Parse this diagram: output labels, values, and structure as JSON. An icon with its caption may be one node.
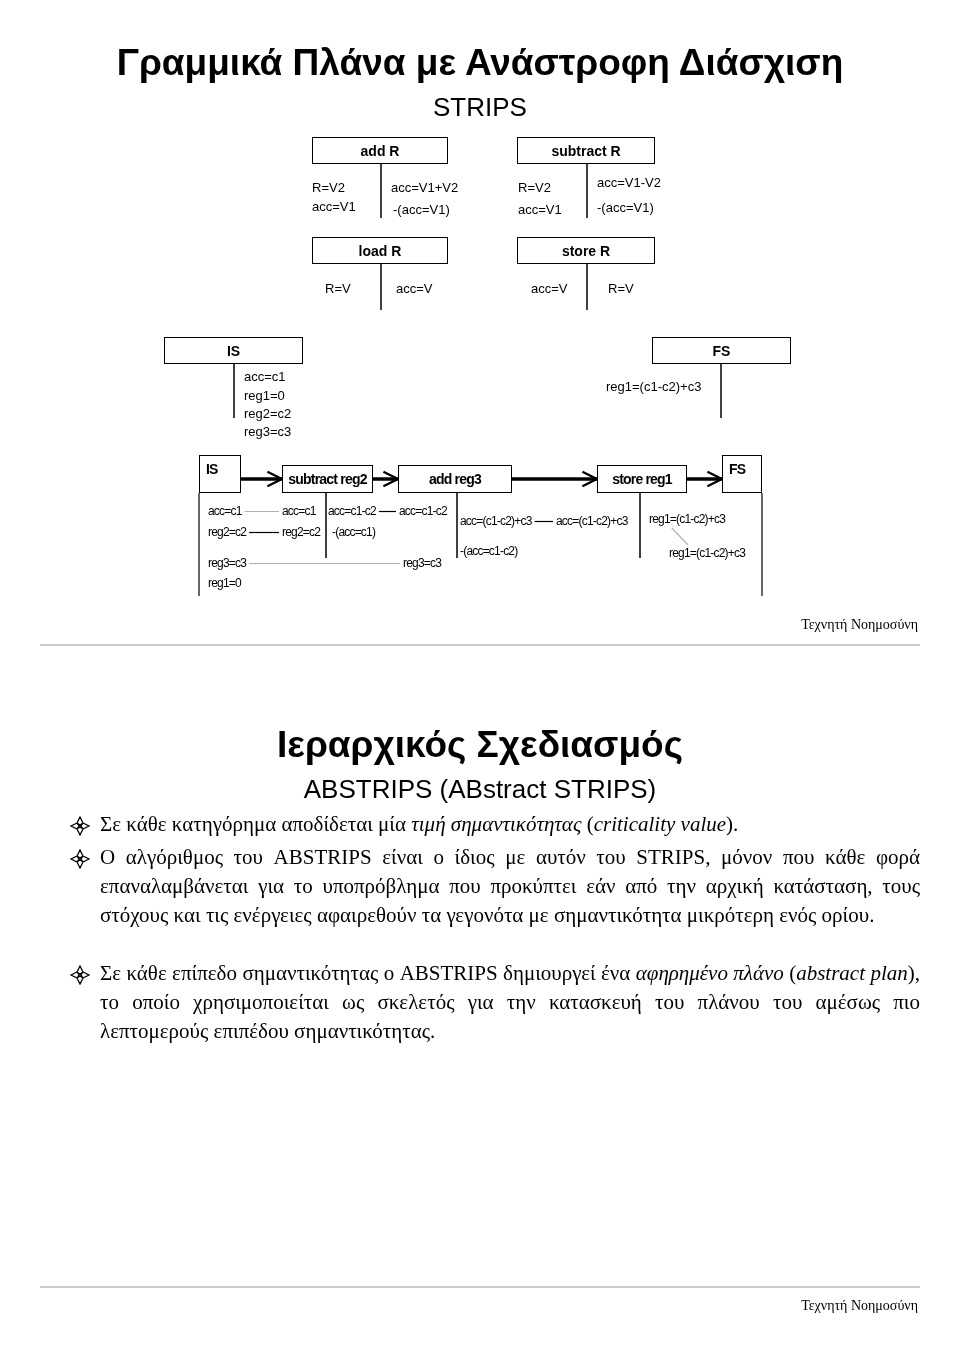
{
  "diagram": {
    "title": "Γραμμικά Πλάνα με Ανάστροφη Διάσχιση",
    "nodes": [
      {
        "text": [
          "add R"
        ],
        "beside": [
          "R=V2",
          "acc=V1",
          "acc=V1+V2",
          "-(acc=V1)"
        ]
      },
      {
        "text": [
          "subtract R"
        ],
        "beside": [
          "R=V2",
          "acc=V1",
          "acc=V1-V2",
          "-(acc=V1)"
        ]
      },
      {
        "text": [
          "load R"
        ],
        "beside": [
          "R=V",
          "acc=V"
        ]
      },
      {
        "text": [
          "store R"
        ],
        "beside": [
          "acc=V",
          "R=V"
        ]
      },
      {
        "text": [
          "IS"
        ],
        "beside": [
          "acc=c1",
          "reg1=0",
          "reg2=c2",
          "reg3=c3"
        ]
      },
      {
        "text": [
          "FS"
        ],
        "beside": [
          "reg1=(c1-c2)+c3"
        ]
      },
      {
        "text": [
          "IS"
        ]
      },
      {
        "text": [
          "subtract reg2"
        ]
      },
      {
        "text": [
          "add reg3"
        ]
      },
      {
        "text": [
          "store reg1"
        ]
      },
      {
        "text": [
          "FS"
        ]
      },
      {
        "text": [
          "acc=c1"
        ]
      },
      {
        "text": [
          "reg2=c2"
        ]
      },
      {
        "text": [
          "reg3=c3"
        ]
      },
      {
        "text": [
          "reg1=0"
        ]
      },
      {
        "text": [
          "acc=c1"
        ]
      },
      {
        "text": [
          "reg2=c2"
        ]
      },
      {
        "text": [
          "acc=c1-c2"
        ]
      },
      {
        "text": [
          "-(acc=c1)"
        ]
      },
      {
        "text": [
          "acc=c1-c2"
        ]
      },
      {
        "text": [
          "reg3=c3"
        ]
      },
      {
        "text": [
          "acc=(c1-c2)+c3"
        ]
      },
      {
        "text": [
          "-(acc=c1-c2)"
        ]
      },
      {
        "text": [
          "acc=(c1-c2)+c3"
        ]
      },
      {
        "text": [
          "reg1=(c1-c2)+c3"
        ]
      },
      {
        "text": [
          "reg1=(c1-c2)+c3"
        ]
      }
    ],
    "edges": [
      {
        "from": 6,
        "to": 7,
        "arrow": "to",
        "style": "thick"
      },
      {
        "from": 7,
        "to": 8,
        "arrow": "to",
        "style": "thick"
      },
      {
        "from": 8,
        "to": 9,
        "arrow": "to",
        "style": "thick"
      },
      {
        "from": 9,
        "to": 10,
        "arrow": "to",
        "style": "thick"
      },
      {
        "from": 11,
        "to": 15,
        "arrow": "none",
        "color": "#b0b0b0"
      },
      {
        "from": 12,
        "to": 16,
        "arrow": "none"
      },
      {
        "from": 13,
        "to": 20,
        "arrow": "none",
        "color": "#b0b0b0"
      },
      {
        "from": 17,
        "to": 19,
        "arrow": "none"
      },
      {
        "from": 21,
        "to": 23,
        "arrow": "none"
      },
      {
        "from": 24,
        "to": 25,
        "arrow": "none",
        "color": "#b0b0b0"
      }
    ],
    "labels": [
      "STRIPS",
      "Τεχνητή Νοημοσύνη",
      "Ιεραρχικός Σχεδιασμός",
      "ABSTRIPS (ABstract STRIPS)",
      "Σε κάθε κατηγόρημα αποδίδεται μία *τιμή σημαντικότητας* (*criticality value*).",
      "Ο αλγόριθμος του ABSTRIPS είναι ο ίδιος με αυτόν του STRIPS, μόνον που κάθε φορά επαναλαμβάνεται για το υποπρόβλημα που προκύπτει εάν από την αρχική κατάσταση, τους στόχους και τις ενέργειες αφαιρεθούν τα γεγονότα με σημαντικότητα μικρότερη ενός ορίου.",
      "Σε κάθε επίπεδο σημαντικότητας ο ABSTRIPS δημιουργεί ένα *αφηρημένο πλάνο* (*abstract plan*), το οποίο χρησιμοποιείται ως σκελετός για την κατασκευή του πλάνου του αμέσως πιο λεπτομερούς επιπέδου σημαντικότητας.",
      "Τεχνητή Νοημοσύνη"
    ]
  }
}
